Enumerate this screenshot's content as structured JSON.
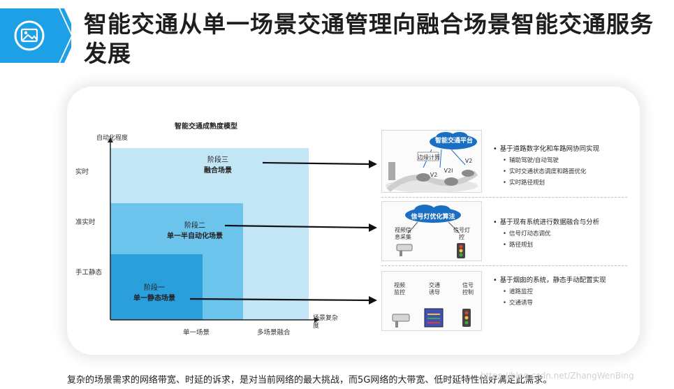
{
  "header": {
    "title": "智能交通从单一场景交通管理向融合场景智能交通服务发展",
    "icon": "image-icon",
    "accent_color": "#1ea0e6"
  },
  "diagram": {
    "title": "智能交通成熟度模型",
    "y_axis_label": "自动化程度",
    "x_axis_label": "场景复杂度",
    "y_ticks": [
      "实时",
      "准实时",
      "手工静态"
    ],
    "x_ticks": [
      "单一场景",
      "多场景融合"
    ],
    "stages": [
      {
        "stage": "阶段一",
        "name": "单一静态场景",
        "color": "#2a9fdc"
      },
      {
        "stage": "阶段二",
        "name": "单一半自动化场景",
        "color": "#6cc3ec"
      },
      {
        "stage": "阶段三",
        "name": "融合场景",
        "color": "#c3e6f7"
      }
    ]
  },
  "panels": [
    {
      "cloud": "智能交通平台",
      "tags": [
        "边缘计算",
        "V2",
        "V2I",
        "V2"
      ],
      "bullets": {
        "main": "基于道路数字化和车路网协同实现",
        "subs": [
          "辅助驾驶/自动驾驶",
          "实时交通状态调度和路面优化",
          "实时路径规划"
        ]
      }
    },
    {
      "cloud": "信号灯优化算法",
      "items": [
        "视频信息采集",
        "信号灯控"
      ],
      "bullets": {
        "main": "基于现有系统进行数据融合与分析",
        "subs": [
          "信号灯动态调优",
          "路径规划"
        ]
      }
    },
    {
      "items": [
        "视频监控",
        "交通诱导",
        "信号控制"
      ],
      "bullets": {
        "main": "基于烟囱的系统，静态手动配置实现",
        "subs": [
          "道路监控",
          "交通诱导"
        ]
      }
    }
  ],
  "caption": "复杂的场景需求的网络带宽、时延的诉求，是对当前网络的最大挑战，而5G网络的大带宽、低时延特性恰好满足此需求。",
  "watermark": "https://blog.csdn.net/ZhangWenBing"
}
